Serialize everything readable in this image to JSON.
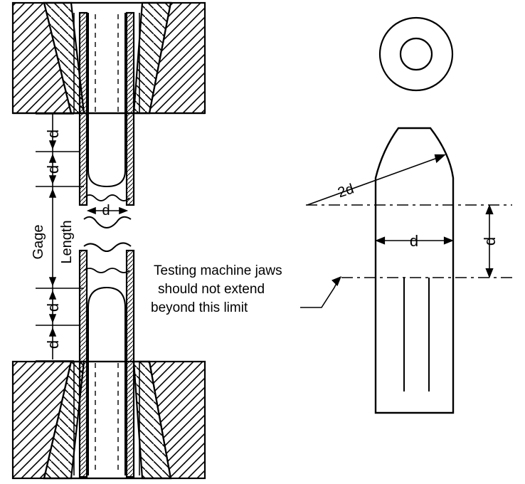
{
  "labels": {
    "d": "d",
    "two_d": "2d",
    "gage": "Gage",
    "length": "Length",
    "note_line1": "Testing machine jaws",
    "note_line2": "should not extend",
    "note_line3": "beyond this limit"
  },
  "colors": {
    "ink": "#000000",
    "paper": "#ffffff"
  }
}
